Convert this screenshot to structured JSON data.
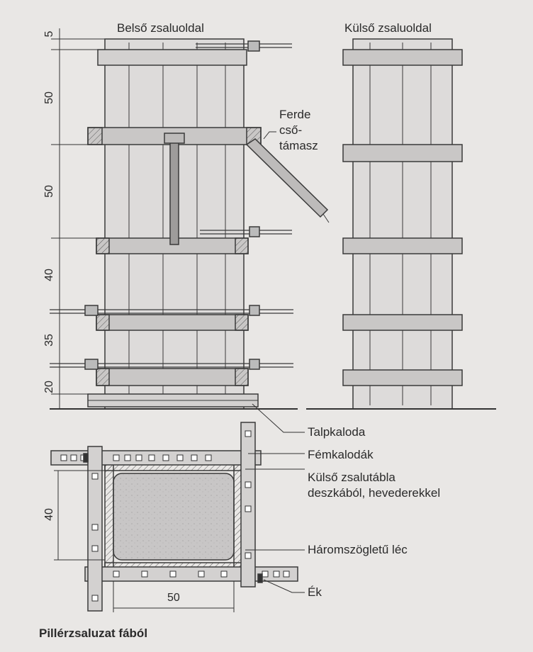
{
  "titles": {
    "inner_side": "Belső zsaluoldal",
    "outer_side": "Külső zsaluoldal"
  },
  "labels": {
    "brace_line1": "Ferde",
    "brace_line2": "cső-",
    "brace_line3": "támasz",
    "base_clamp": "Talpkaloda",
    "metal_clamps": "Fémkalodák",
    "formwork_line1": "Külső zsalutábla",
    "formwork_line2": "deszkából, hevederekkel",
    "triangular_strip": "Háromszögletű léc",
    "wedge": "Ék"
  },
  "dimensions": {
    "elevation": [
      "5",
      "50",
      "50",
      "40",
      "35",
      "20"
    ],
    "plan_height": "40",
    "plan_width": "50"
  },
  "caption": "Pillérzsaluzat fából",
  "colors": {
    "paper": "#e9e7e5",
    "ink": "#3a3a3a",
    "board_fill": "#dddbda",
    "clamp_fill": "#c9c7c6",
    "concrete": "#c8c6c6"
  }
}
